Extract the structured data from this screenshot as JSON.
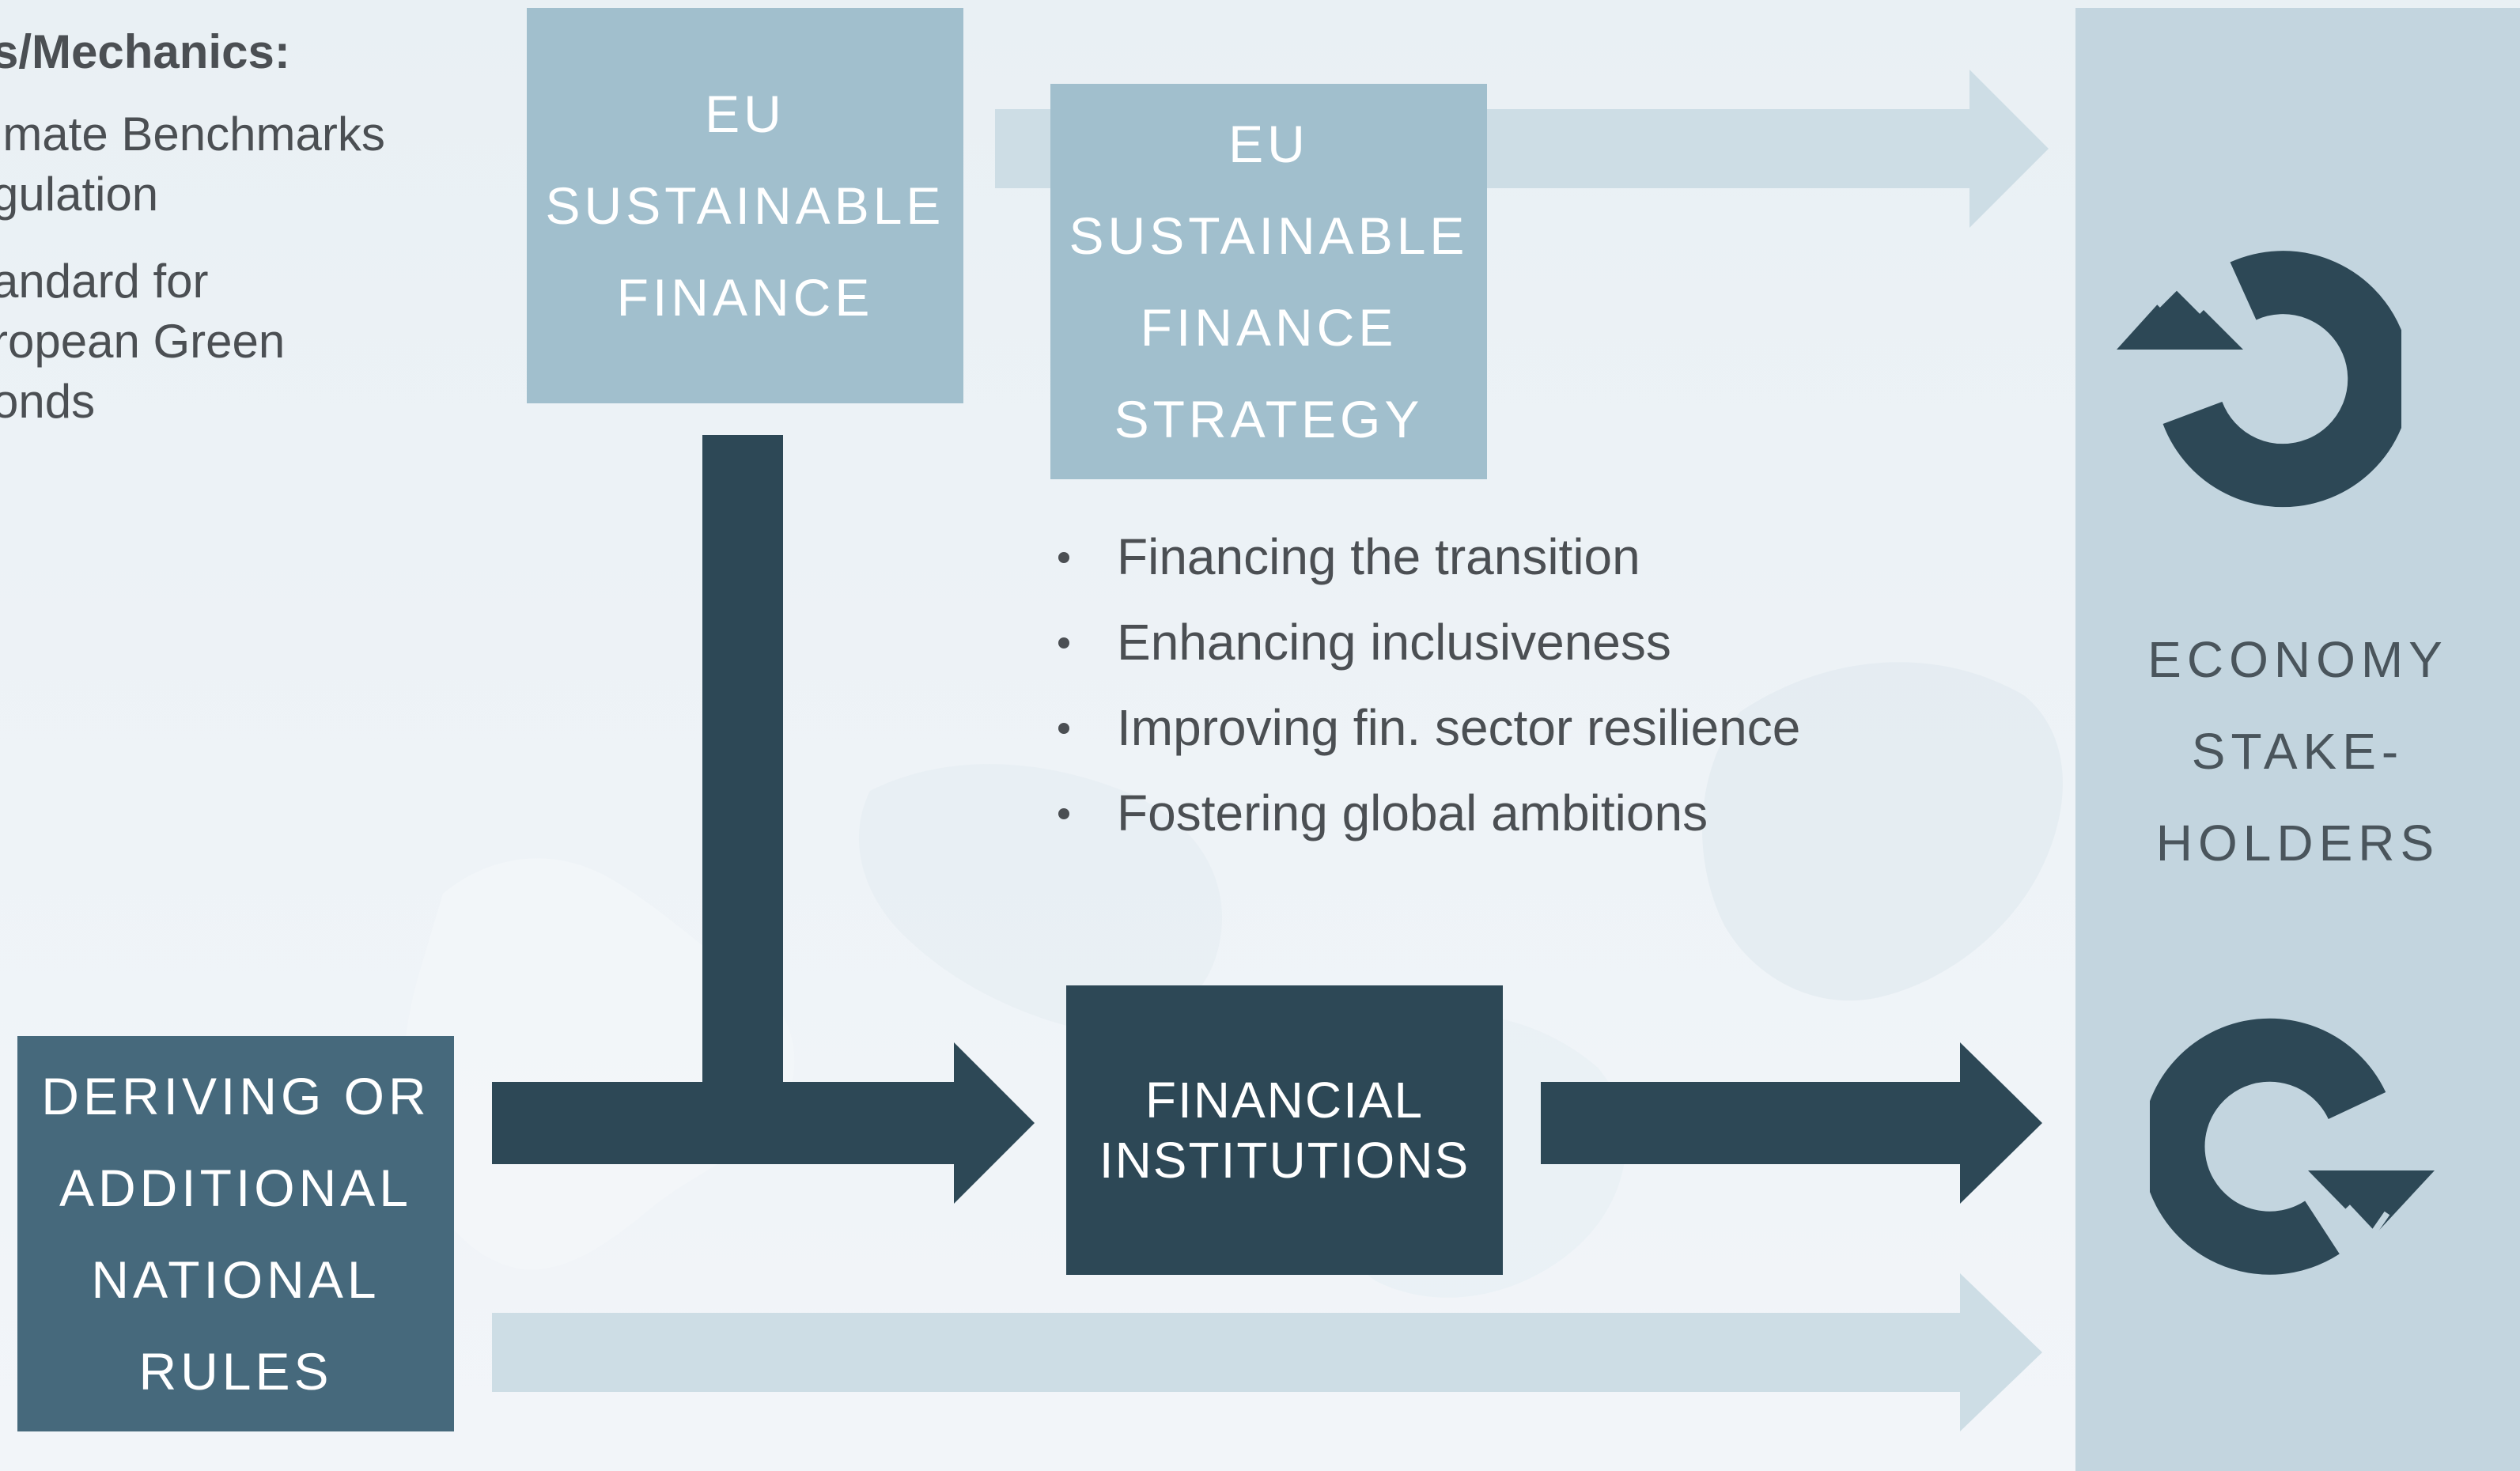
{
  "left_panel": {
    "heading": "s/Mechanics:",
    "items": [
      "imate Benchmarks\ngulation",
      "andard for\nropean Green\nonds"
    ]
  },
  "boxes": {
    "eu_sustainable_finance": {
      "lines": [
        "EU",
        "SUSTAINABLE",
        "FINANCE"
      ]
    },
    "eu_strategy": {
      "lines": [
        "EU",
        "SUSTAINABLE",
        "FINANCE",
        "STRATEGY"
      ]
    },
    "national_rules": {
      "lines": [
        "DERIVING OR",
        "ADDITIONAL",
        "NATIONAL",
        "RULES"
      ]
    },
    "financial_institutions": {
      "lines": [
        "FINANCIAL",
        "INSTITUTIONS"
      ]
    }
  },
  "strategy_bullets": [
    "Financing the transition",
    "Enhancing inclusiveness",
    "Improving fin. sector resilience",
    "Fostering global ambitions"
  ],
  "economy_stakeholders": {
    "lines": [
      "ECONOMY",
      "STAKE-",
      "HOLDERS"
    ]
  },
  "icons": {
    "top": "cycle-counterclockwise-icon",
    "bottom": "cycle-clockwise-icon"
  },
  "colors": {
    "dark_navy": "#2d4856",
    "light_blue_box": "#a1bfcd",
    "mid_blue_box": "#46697c",
    "pale_arrow": "#cddde5",
    "right_panel": "#c3d5df",
    "background": "#eef3f7"
  }
}
